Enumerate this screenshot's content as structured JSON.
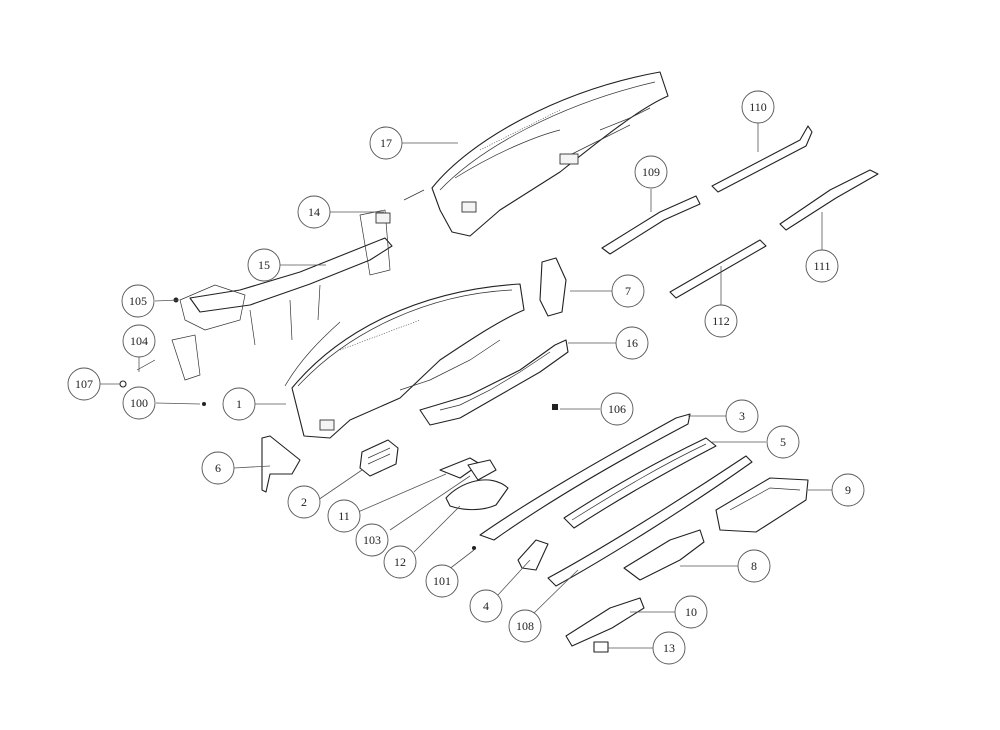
{
  "callouts": [
    {
      "label": "17"
    },
    {
      "label": "14"
    },
    {
      "label": "15"
    },
    {
      "label": "105"
    },
    {
      "label": "104"
    },
    {
      "label": "107"
    },
    {
      "label": "100"
    },
    {
      "label": "1"
    },
    {
      "label": "6"
    },
    {
      "label": "2"
    },
    {
      "label": "11"
    },
    {
      "label": "103"
    },
    {
      "label": "12"
    },
    {
      "label": "101"
    },
    {
      "label": "4"
    },
    {
      "label": "108"
    },
    {
      "label": "7"
    },
    {
      "label": "16"
    },
    {
      "label": "106"
    },
    {
      "label": "3"
    },
    {
      "label": "5"
    },
    {
      "label": "9"
    },
    {
      "label": "8"
    },
    {
      "label": "10"
    },
    {
      "label": "13"
    },
    {
      "label": "110"
    },
    {
      "label": "109"
    },
    {
      "label": "111"
    },
    {
      "label": "112"
    }
  ]
}
